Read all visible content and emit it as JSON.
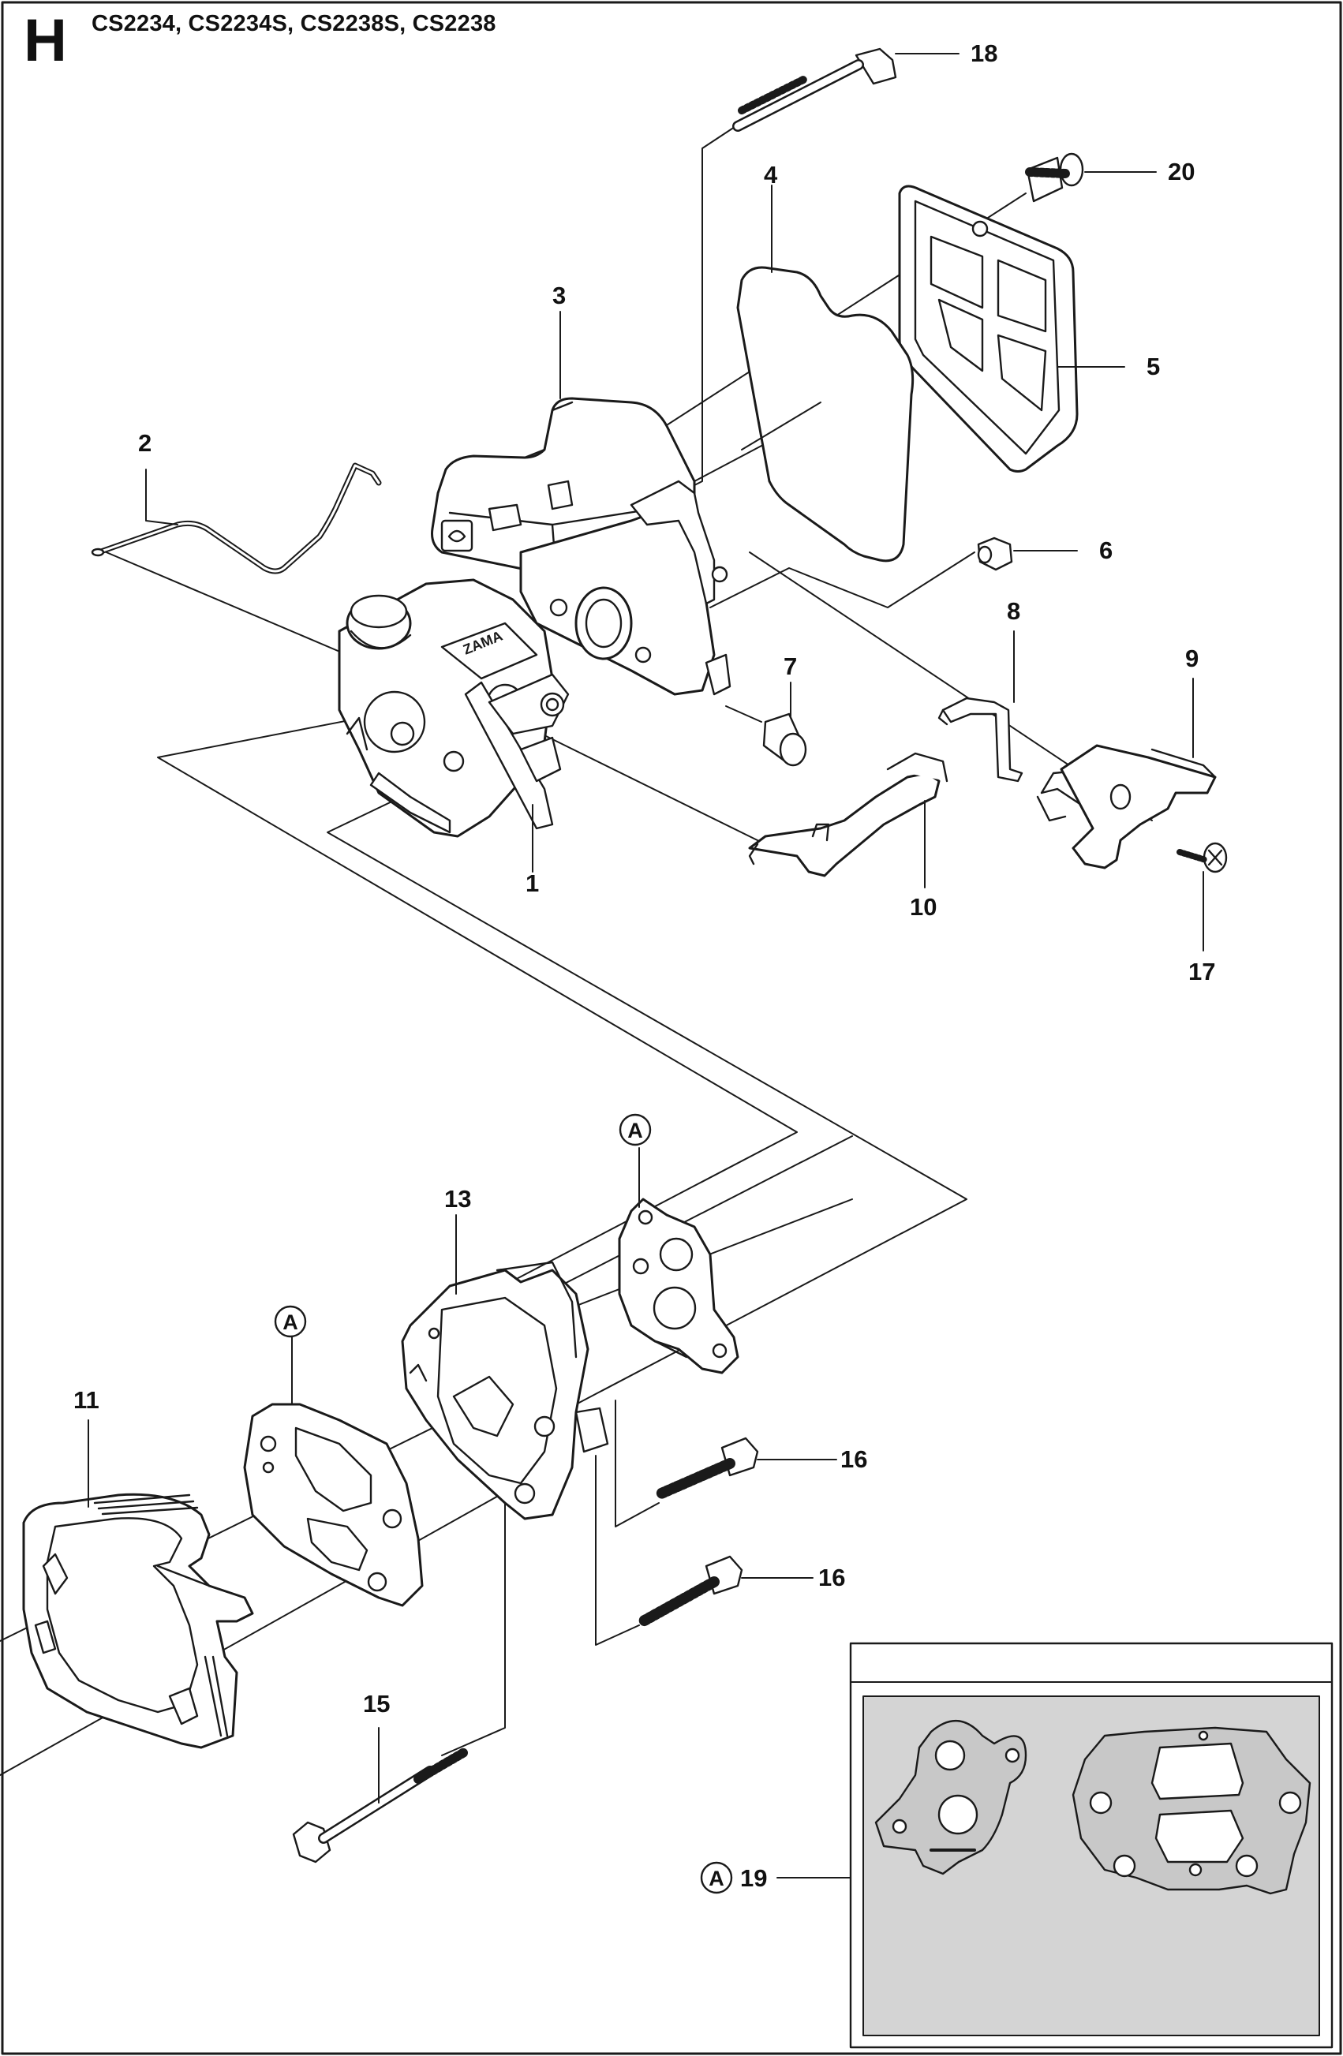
{
  "page": {
    "section_letter": "H",
    "models": "CS2234, CS2234S, CS2238S, CS2238"
  },
  "callouts": {
    "p1": "1",
    "p2": "2",
    "p3": "3",
    "p4": "4",
    "p5": "5",
    "p6": "6",
    "p7": "7",
    "p8": "8",
    "p9": "9",
    "p10": "10",
    "p11": "11",
    "p13": "13",
    "p15": "15",
    "p16a": "16",
    "p16b": "16",
    "p17": "17",
    "p18": "18",
    "p19": "19",
    "p20": "20"
  },
  "markers": {
    "a1": "A",
    "a2": "A",
    "a3": "A"
  },
  "colors": {
    "line": "#1a1a1a",
    "part_fill": "#ffffff",
    "inset_fill": "#d4d4d4",
    "gasket_fill": "#c8c8c8"
  }
}
